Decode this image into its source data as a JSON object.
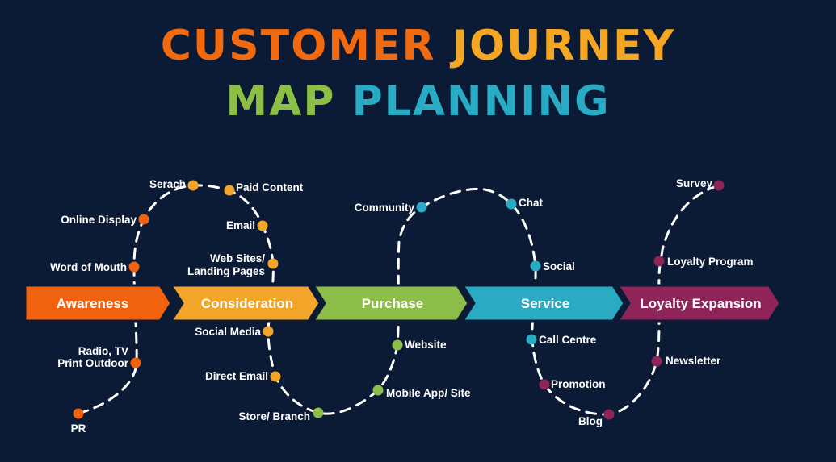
{
  "title": {
    "line1": [
      {
        "text": "CUSTOMER",
        "color": "#f26a0f"
      },
      {
        "text": "JOURNEY",
        "color": "#f5a623"
      }
    ],
    "line2": [
      {
        "text": "MAP",
        "color": "#8cbf44"
      },
      {
        "text": "PLANNING",
        "color": "#29abc5"
      }
    ]
  },
  "background_color": "#0b1b35",
  "stages": [
    {
      "label": "Awareness",
      "color": "#f0620e"
    },
    {
      "label": "Consideration",
      "color": "#f3a52a"
    },
    {
      "label": "Purchase",
      "color": "#8cbd48"
    },
    {
      "label": "Service",
      "color": "#2aaac3"
    },
    {
      "label": "Loyalty Expansion",
      "color": "#8e2458"
    }
  ],
  "touchpoints": [
    {
      "label": "PR",
      "stage": "Awareness"
    },
    {
      "label": "Radio, TV",
      "label2": "Print Outdoor",
      "stage": "Awareness"
    },
    {
      "label": "Word of Mouth",
      "stage": "Awareness"
    },
    {
      "label": "Online Display",
      "stage": "Awareness"
    },
    {
      "label": "Serach",
      "stage": "Consideration"
    },
    {
      "label": "Paid Content",
      "stage": "Consideration"
    },
    {
      "label": "Email",
      "stage": "Consideration"
    },
    {
      "label": "Web Sites/",
      "label2": "Landing Pages",
      "stage": "Consideration"
    },
    {
      "label": "Social Media",
      "stage": "Consideration"
    },
    {
      "label": "Direct Email",
      "stage": "Consideration"
    },
    {
      "label": "Store/ Branch",
      "stage": "Purchase"
    },
    {
      "label": "Mobile App/ Site",
      "stage": "Purchase"
    },
    {
      "label": "Website",
      "stage": "Purchase"
    },
    {
      "label": "Community",
      "stage": "Service"
    },
    {
      "label": "Chat",
      "stage": "Service"
    },
    {
      "label": "Social",
      "stage": "Service"
    },
    {
      "label": "Call Centre",
      "stage": "Service"
    },
    {
      "label": "Promotion",
      "stage": "Loyalty Expansion"
    },
    {
      "label": "Blog",
      "stage": "Loyalty Expansion"
    },
    {
      "label": "Newsletter",
      "stage": "Loyalty Expansion"
    },
    {
      "label": "Loyalty Program",
      "stage": "Loyalty Expansion"
    },
    {
      "label": "Survey",
      "stage": "Loyalty Expansion"
    }
  ]
}
